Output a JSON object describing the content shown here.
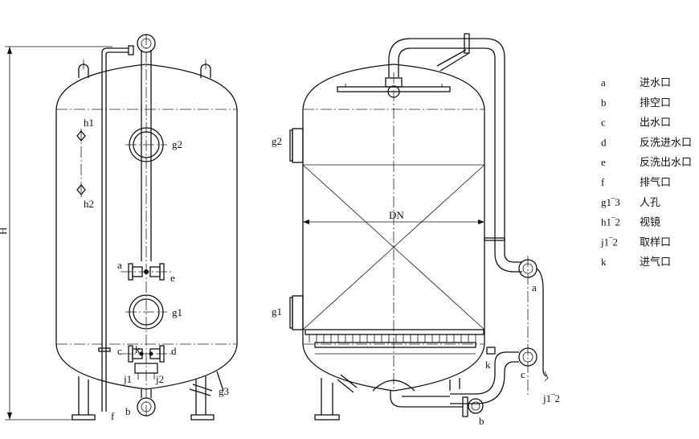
{
  "labels": {
    "left": {
      "h1": "h1",
      "h2": "h2",
      "g2": "g2",
      "a": "a",
      "e": "e",
      "g1": "g1",
      "c": "c",
      "d": "d",
      "j1": "j1",
      "j2": "j2",
      "g3": "g3",
      "f": "f",
      "b": "b",
      "k": "k",
      "H": "H"
    },
    "right": {
      "g2": "g2",
      "g1": "g1",
      "a": "a",
      "k": "k",
      "c": "c",
      "b": "b",
      "j12": "j1‾2",
      "dn": "DN"
    }
  },
  "legend": [
    {
      "code": "a",
      "name": "进水口"
    },
    {
      "code": "b",
      "name": "排空口"
    },
    {
      "code": "c",
      "name": "出水口"
    },
    {
      "code": "d",
      "name": "反洗进水口"
    },
    {
      "code": "e",
      "name": "反洗出水口"
    },
    {
      "code": "f",
      "name": "排气口"
    },
    {
      "code": "g1‾3",
      "name": "人孔"
    },
    {
      "code": "h1‾2",
      "name": "视镜"
    },
    {
      "code": "j1‾2",
      "name": "取样口"
    },
    {
      "code": "k",
      "name": "进气口"
    }
  ]
}
